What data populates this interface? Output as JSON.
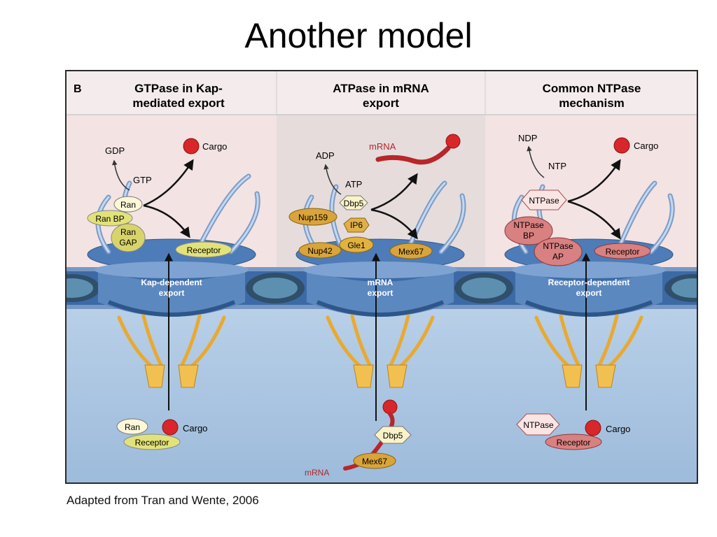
{
  "slide": {
    "title": "Another model",
    "caption": "Adapted from Tran and Wente, 2006"
  },
  "figure": {
    "panel_letter": "B",
    "panels": [
      {
        "header": [
          "GTPase in Kap-",
          "mediated export"
        ],
        "top_labels": {
          "diphosphate": "GDP",
          "triphosphate": "GTP",
          "cargo": "Cargo"
        },
        "complex": {
          "enzyme": "Ran",
          "bp": "Ran BP",
          "gap_line1": "Ran",
          "gap_line2": "GAP",
          "receptor": "Receptor"
        },
        "pore_label": [
          "Kap-dependent",
          "export"
        ],
        "bottom": {
          "enzyme": "Ran",
          "receptor": "Receptor",
          "cargo": "Cargo"
        }
      },
      {
        "header": [
          "ATPase in mRNA",
          "export"
        ],
        "top_labels": {
          "diphosphate": "ADP",
          "triphosphate": "ATP",
          "cargo": "mRNA"
        },
        "complex": {
          "enzyme": "Dbp5",
          "nup159": "Nup159",
          "ip6": "IP6",
          "gle1": "Gle1",
          "nup42": "Nup42",
          "mex67": "Mex67"
        },
        "pore_label": [
          "mRNA",
          "export"
        ],
        "bottom": {
          "enzyme": "Dbp5",
          "mex67": "Mex67",
          "mrna": "mRNA"
        }
      },
      {
        "header": [
          "Common NTPase",
          "mechanism"
        ],
        "top_labels": {
          "diphosphate": "NDP",
          "triphosphate": "NTP",
          "cargo": "Cargo"
        },
        "complex": {
          "enzyme": "NTPase",
          "bp_line1": "NTPase",
          "bp_line2": "BP",
          "ap_line1": "NTPase",
          "ap_line2": "AP",
          "receptor": "Receptor"
        },
        "pore_label": [
          "Receptor-dependent",
          "export"
        ],
        "bottom": {
          "enzyme": "NTPase",
          "receptor": "Receptor",
          "cargo": "Cargo"
        }
      }
    ]
  },
  "colors": {
    "cytoplasm_left": "#f3e3e3",
    "cytoplasm_mid": "#e6dcdc",
    "nucleus": "#a8c4e0",
    "membrane": "#3f6fa8",
    "fibril": "#8fb0d8",
    "basket": "#f0b84a",
    "ran_yellow": "#e2e27a",
    "kap_gold": "#d9a43a",
    "ntpase_red": "#d98080",
    "cargo_red": "#d8262a",
    "header_bg": "#f4ecec"
  }
}
